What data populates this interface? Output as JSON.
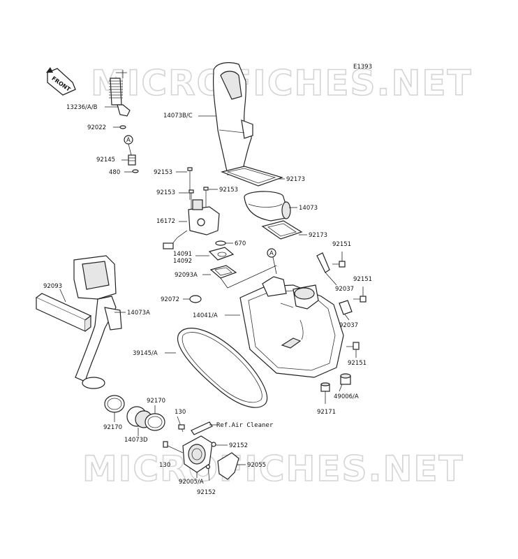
{
  "diagram_code": "E1393",
  "front_label": "FRONT",
  "watermark": "MICROFICHES.NET",
  "callouts": {
    "A1": "A",
    "A2": "A"
  },
  "parts": {
    "p13236": "13236/A/B",
    "p92022": "92022",
    "p92145": "92145",
    "p480": "480",
    "p14073bc": "14073B/C",
    "p92153a": "92153",
    "p92153b": "92153",
    "p92153c": "92153",
    "p92173a": "92173",
    "p14073": "14073",
    "p92173b": "92173",
    "p16172": "16172",
    "p670": "670",
    "p14091": "14091",
    "p14092": "14092",
    "p92151a": "92151",
    "p92093a": "92093A",
    "p92037a": "92037",
    "p92093": "92093",
    "p92072": "92072",
    "p92151b": "92151",
    "p14041a": "14041/A",
    "p14073a": "14073A",
    "p92037b": "92037",
    "p39145a": "39145/A",
    "p92151c": "92151",
    "p49006a": "49006/A",
    "p92171": "92171",
    "p92170a": "92170",
    "p130a": "130",
    "p92170b": "92170",
    "p14073d": "14073D",
    "p92152a": "92152",
    "p130b": "130",
    "p92055": "92055",
    "p92005a": "92005/A",
    "p92152b": "92152"
  },
  "ref_air_cleaner": "Ref.Air Cleaner"
}
